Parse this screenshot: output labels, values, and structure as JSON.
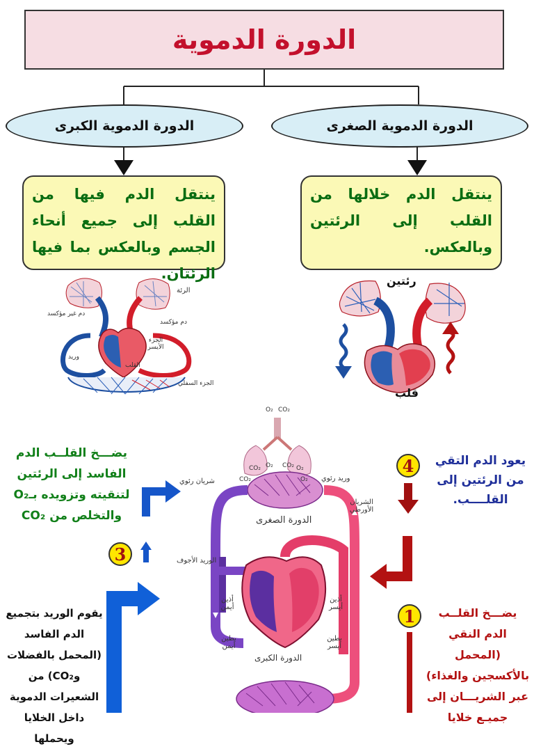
{
  "title": "الدورة الدموية",
  "pulmonary": {
    "heading": "الدورة الدموية الصغرى",
    "description": "ينتقل الدم خلالها من القلب إلى الرئتين وبالعكس.",
    "label_lungs": "رئتين",
    "label_heart": "قلب"
  },
  "systemic": {
    "heading": "الدورة الدموية الكبرى",
    "description": "ينتقل الدم فيها من القلب إلى جميع أنحاء الجسم وبالعكس بما فيها الرئتان.",
    "labels": {
      "lung": "الرئة",
      "deoxy": "دم غير مؤكسد",
      "oxy": "دم مؤكسد",
      "upper": "الجزء الأيسر",
      "vein": "وريد",
      "heart": "القلب",
      "lower": "الجزء السفلي"
    }
  },
  "detail": {
    "lung_labels": {
      "co2_a": "CO₂",
      "o2_a": "O₂",
      "co2_b": "CO₂",
      "o2_b": "O₂",
      "co2_c": "CO₂",
      "o2_c": "O₂",
      "top_o2": "O₂",
      "top_co2": "CO₂"
    },
    "pulmonary_artery": "شريان رئوي",
    "pulmonary_vein": "وريد رئوي",
    "aorta": "الشريان الأورطي",
    "small_circuit": "الدورة الصغرى",
    "vena_cava": "الوريد الأجوف",
    "right_atrium": "أذين أيمن",
    "left_atrium": "أذين أيسر",
    "right_ventricle": "بطين أيمن",
    "left_ventricle": "بطين أيسر",
    "big_circuit": "الدورة الكبرى"
  },
  "steps": {
    "step4": {
      "number": "4",
      "text": "يعود الدم التقي من الرئتين إلى القلــــب."
    },
    "step3": {
      "number": "3",
      "text": "يضـــخ القلــب الدم الفاسد إلى الرئتين لتنقيته وتزويده بـO₂ والتخلص من CO₂"
    },
    "step2": {
      "text": "يقوم الوريد بتجميع الدم الفاسد (المحمل بالفضلات وCO₂) من الشعيرات الدموية داخل الخلايا ويحملها"
    },
    "step1": {
      "number": "1",
      "text": "يضـــخ القلــب الدم النقي (المحمل بالأكسجين والغذاء) عبر الشريـــان إلى جميـع خلايا"
    }
  },
  "colors": {
    "title_bg": "#f6dde3",
    "title_text": "#c3102c",
    "oval_bg": "#d8eef6",
    "box_bg": "#fbf9b6",
    "box_text": "#0a6d12",
    "blue_text": "#1f2f9a",
    "red_text": "#b31212",
    "arrow_blue": "#1060d8",
    "arrow_red": "#b31212"
  }
}
